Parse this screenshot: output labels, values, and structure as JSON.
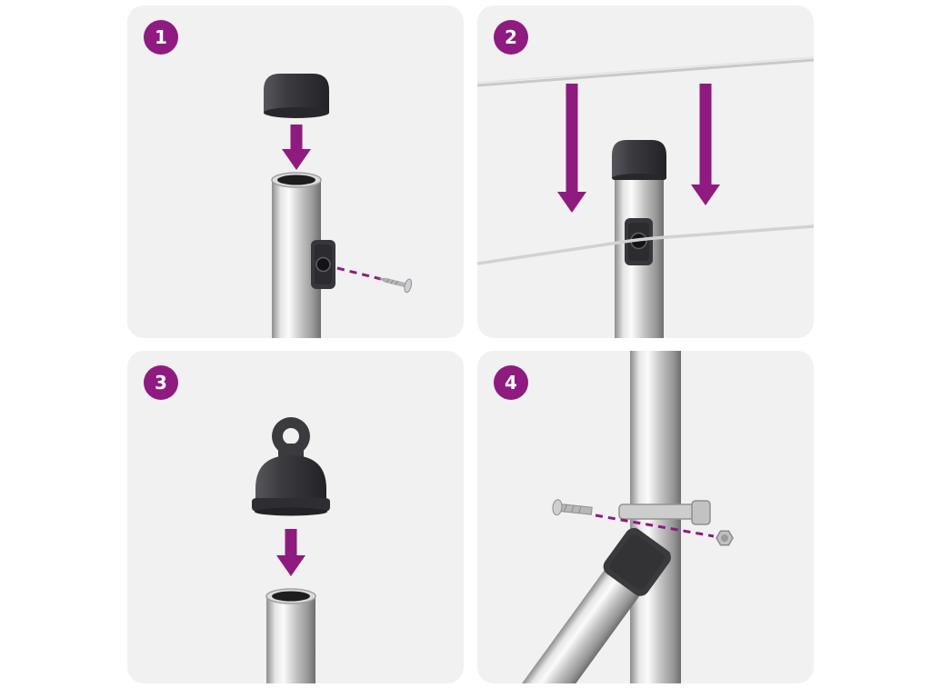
{
  "colors": {
    "panel_bg": "#f1f1f1",
    "accent": "#8f1a80",
    "badge_text": "#ffffff",
    "cap_dark": "#3a3a3e",
    "metal_light": "#fbfbfb",
    "metal_dark": "#6e6e6e",
    "wire": "#cfcfcf"
  },
  "steps": [
    {
      "number": "1",
      "name": "attach-end-cap-and-screw-clamp"
    },
    {
      "number": "2",
      "name": "lower-wires-through-pole-clamp"
    },
    {
      "number": "3",
      "name": "attach-eyelet-cap"
    },
    {
      "number": "4",
      "name": "bolt-brace-clamp-to-pole"
    }
  ]
}
